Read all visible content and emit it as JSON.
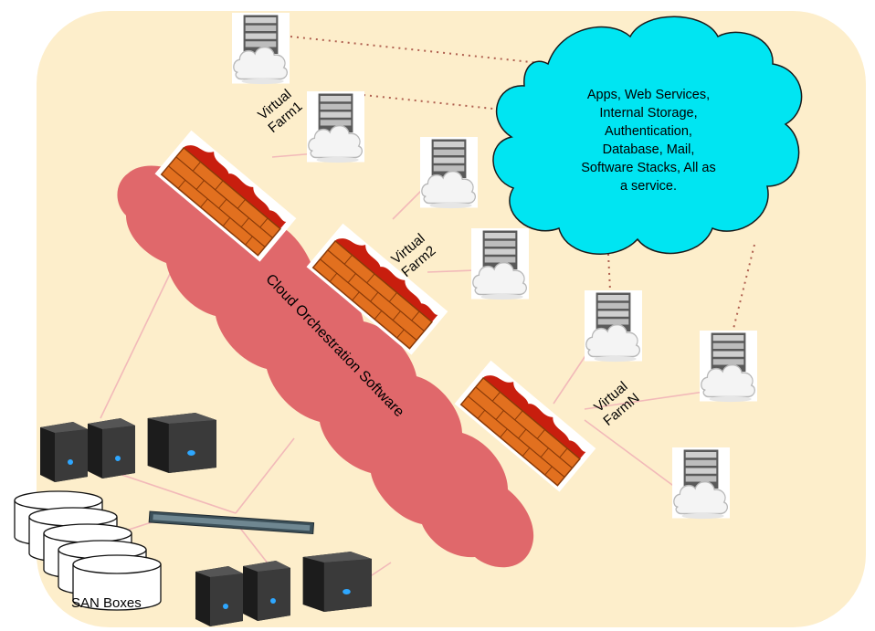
{
  "colors": {
    "background_panel": "#fdeecb",
    "cloud_fill": "#00e5f2",
    "orchestration_fill": "#e0686b",
    "firewall": "#e2701f",
    "flame": "#c81e0e",
    "link_line": "#f2b9b9",
    "dotted_link": "#b06050"
  },
  "services_cloud": {
    "lines": [
      "Apps, Web Services,",
      "Internal Storage,",
      "Authentication,",
      "Database, Mail,",
      "Software Stacks, All as",
      "a service."
    ]
  },
  "orchestration": {
    "label": "Cloud Orchestration Software"
  },
  "farms": [
    {
      "line1": "Virtual",
      "line2": "Farm1"
    },
    {
      "line1": "Virtual",
      "line2": "Farm2"
    },
    {
      "line1": "Virtual",
      "line2": "FarmN"
    }
  ],
  "san": {
    "label": "SAN Boxes"
  },
  "icons": {
    "server_cloud": "cloud-server-icon",
    "firewall": "firewall-icon",
    "tower_server": "tower-server-icon",
    "switch": "network-switch-icon",
    "storage": "storage-disk-icon"
  }
}
